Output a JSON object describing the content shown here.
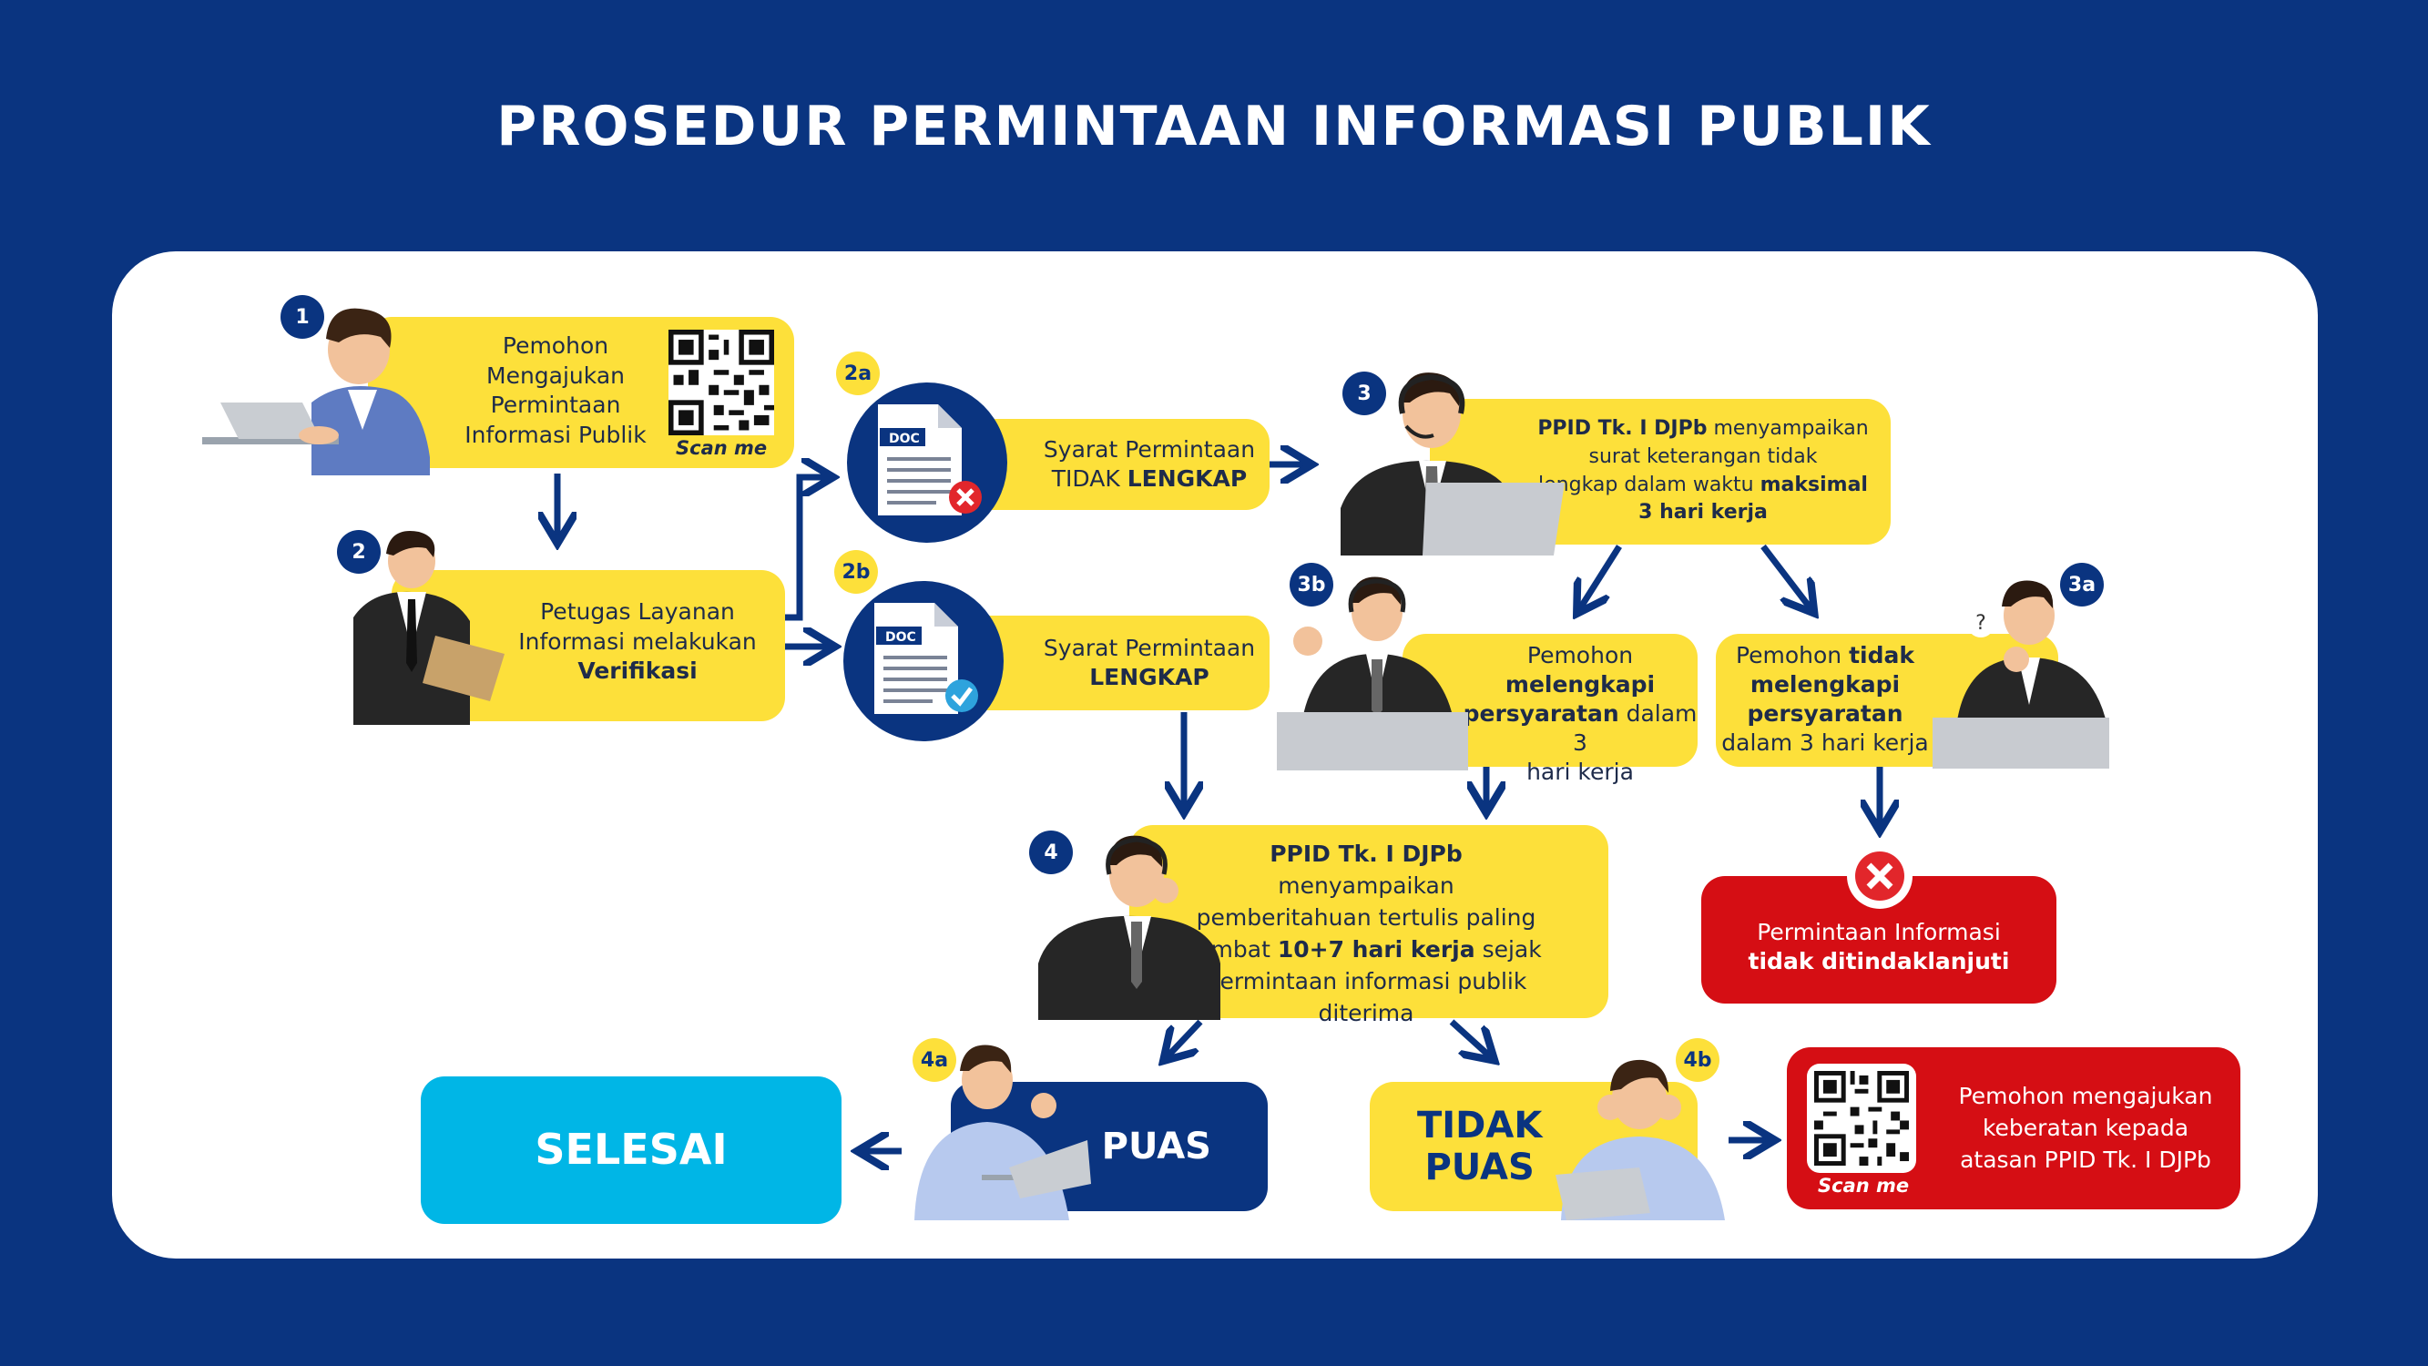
{
  "title": "PROSEDUR PERMINTAAN INFORMASI PUBLIK",
  "badges": {
    "s1": "1",
    "s2": "2",
    "s2a": "2a",
    "s2b": "2b",
    "s3": "3",
    "s3a": "3a",
    "s3b": "3b",
    "s4": "4",
    "s4a": "4a",
    "s4b": "4b"
  },
  "step1": {
    "line1": "Pemohon",
    "line2": "Mengajukan",
    "line3": "Permintaan",
    "line4": "Informasi Publik",
    "scan": "Scan me"
  },
  "step2": {
    "line1": "Petugas Layanan",
    "line2": "Informasi melakukan",
    "bold": "Verifikasi"
  },
  "step2a": {
    "line1": "Syarat Permintaan",
    "line2_pre": "TIDAK ",
    "line2_bold": "LENGKAP",
    "doc": "DOC"
  },
  "step2b": {
    "line1": "Syarat Permintaan",
    "bold": "LENGKAP",
    "doc": "DOC"
  },
  "step3": {
    "bold1": "PPID Tk. I DJPb",
    "text1": " menyampaikan",
    "line2": "surat keterangan tidak",
    "line3_pre": "lengkap dalam waktu ",
    "line3_bold": "maksimal",
    "line4_bold": "3 hari kerja"
  },
  "step3b": {
    "line1": "Pemohon",
    "bold1": "melengkapi",
    "bold2": "persyaratan",
    "text2": " dalam 3",
    "line4": "hari kerja"
  },
  "step3a": {
    "pre": "Pemohon ",
    "bold1": "tidak",
    "bold2": "melengkapi",
    "bold3": "persyaratan",
    "line4": "dalam 3 hari kerja",
    "question": "?"
  },
  "reject": {
    "line1": "Permintaan Informasi",
    "bold": "tidak ditindaklanjuti"
  },
  "step4": {
    "bold1": "PPID Tk. I DJPb",
    "line2": "menyampaikan",
    "line3": "pemberitahuan tertulis paling",
    "line4_pre": "lambat ",
    "line4_bold": "10+7 hari kerja",
    "line4_post": " sejak",
    "line5": "permintaan informasi publik",
    "line6": "diterima"
  },
  "puas": "PUAS",
  "tidak_puas": {
    "line1": "TIDAK",
    "line2": "PUAS"
  },
  "selesai": "SELESAI",
  "keberatan": {
    "line1": "Pemohon mengajukan",
    "line2": "keberatan kepada",
    "line3": "atasan PPID Tk. I DJPb",
    "scan": "Scan me"
  },
  "colors": {
    "navy": "#0a3480",
    "yellow": "#fde03a",
    "red": "#d50e14",
    "cyan": "#00b6e6",
    "white": "#ffffff"
  }
}
